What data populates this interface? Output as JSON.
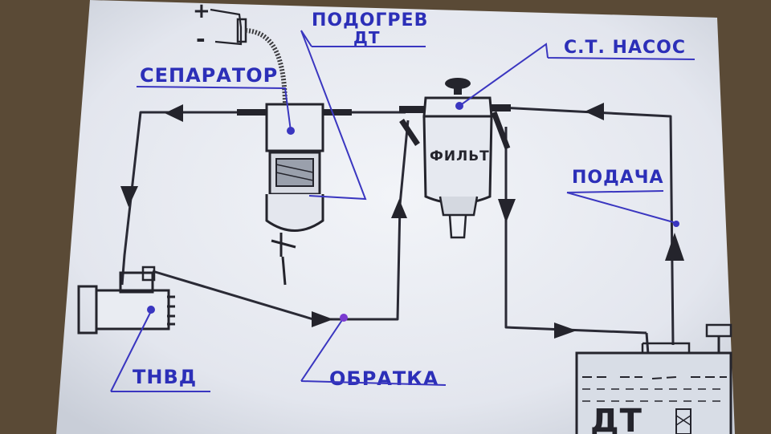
{
  "labels": {
    "heater": "ПОДОГРЕВ",
    "heater_sub": "ДТ",
    "pump": "С.Т. НАСОС",
    "separator": "СЕПАРАТОР",
    "filter": "ФИЛЬТ",
    "supply": "ПОДАЧА",
    "injection_pump": "ТНВД",
    "return_line": "ОБРАТКА",
    "tank": "ДТ",
    "battery_plus": "+",
    "battery_minus": "-"
  },
  "colors": {
    "ink": "#24242c",
    "label_ink": "#2c2fb8",
    "paper": "#e7eaf0",
    "desk": "#5a4a36"
  }
}
